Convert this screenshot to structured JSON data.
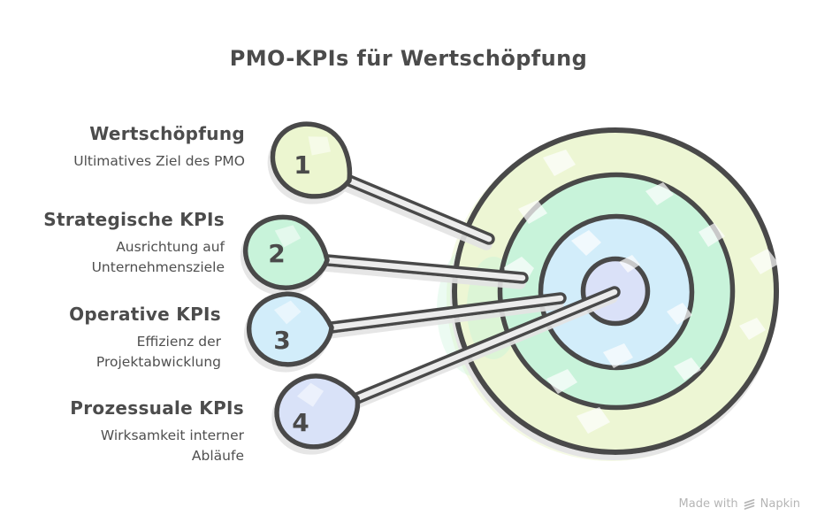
{
  "title": "PMO-KPIs für Wertschöpfung",
  "items": [
    {
      "number": "1",
      "heading": "Wertschöpfung",
      "desc": "Ultimatives Ziel des PMO",
      "color": "#ecf6d0"
    },
    {
      "number": "2",
      "heading": "Strategische KPIs",
      "desc": "Ausrichtung auf\nUnternehmensziele",
      "color": "#c8f3da"
    },
    {
      "number": "3",
      "heading": "Operative KPIs",
      "desc": "Effizienz der\nProjektabwicklung",
      "color": "#d2edfa"
    },
    {
      "number": "4",
      "heading": "Prozessuale KPIs",
      "desc": "Wirksamkeit interner\nAbläufe",
      "color": "#d9e2f8"
    }
  ],
  "target": {
    "ring_colors": [
      "#edf6d4",
      "#c8f3da",
      "#d2edfa",
      "#dae1f8"
    ],
    "outline_color": "#4a4a4a",
    "needle_fill": "#ececec"
  },
  "watermark": {
    "made_with": "Made with",
    "brand": "Napkin"
  }
}
